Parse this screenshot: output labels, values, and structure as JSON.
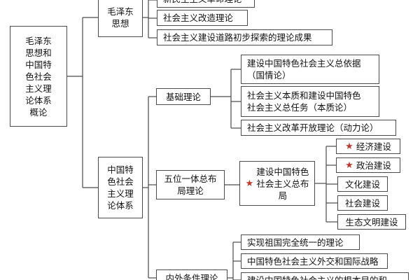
{
  "root": "毛泽东\n思想和\n中国特\n色社会\n主义理\n论体系\n概论",
  "branch_mao": {
    "label": "毛泽东\n思想",
    "items": [
      "新民主主义革命理论",
      "社会主义改造理论",
      "社会主义建设道路初步探索的理论成果"
    ]
  },
  "branch_cs": {
    "label": "中国特\n色社会\n主义理\n论体系",
    "jichu": {
      "label": "基础理论",
      "items": [
        "建设中国特色社会主义总依据\n（国情论）",
        "社会主义本质和建设中国特色\n社会主义总任务（本质论）",
        "社会主义改革开放理论（动力论）"
      ]
    },
    "wuwei": {
      "label": "五位一体总布\n局理论",
      "sub_label": "建设中国特色\n社会主义总布\n局",
      "items": [
        "经济建设",
        "政治建设",
        "文化建设",
        "社会建设",
        "生态文明建设"
      ],
      "starred": [
        "经济建设",
        "政治建设"
      ]
    },
    "neiwai": {
      "label": "内外条件理论",
      "items": [
        "实现祖国完全统一的理论",
        "中国特色社会主义外交和国际战略",
        "建设中国特色社会主义的根本目的和"
      ]
    }
  },
  "colors": {
    "line": "#4a4a4a",
    "star": "#c0392b"
  },
  "icons": {
    "star": "red-star-icon"
  }
}
